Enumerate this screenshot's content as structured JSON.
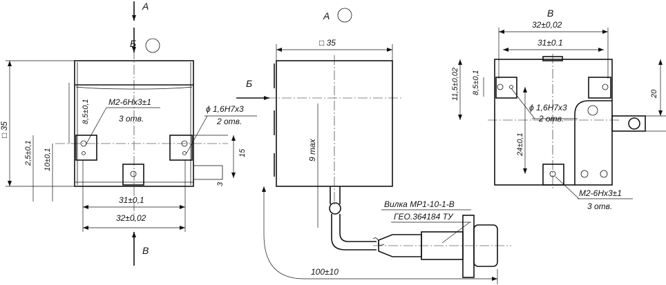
{
  "views": {
    "left": {
      "arrow_top": "А",
      "arrow_mid": "Б",
      "arrow_bottom": "В",
      "dim_body": "□ 35",
      "dim_v1": "8,5±0,1",
      "dim_v2": "2,5±0,1",
      "dim_v3": "10±0,1",
      "dim_v4": "15",
      "dim_v5": "3",
      "dim_h1": "31±0,1",
      "dim_h2": "32±0,02",
      "thread_line1": "М2-6Нх3±1",
      "thread_line2": "3 отв.",
      "hole_line1": "ϕ 1,6Н7х3",
      "hole_line2": "2 отв."
    },
    "middle": {
      "view_label": "А",
      "section_label": "Б",
      "dim_top": "□ 35",
      "dim_vert": "9 max",
      "connector_line1": "Вилка МР1-10-1-В",
      "connector_line2": "ГЕО.364184 ТУ",
      "dim_cable": "100±10"
    },
    "right": {
      "view_label": "В",
      "dim_h1": "32±0,02",
      "dim_h2": "31±0.1",
      "dim_v1": "11,5±0,02",
      "dim_v2": "8,5±0,1",
      "dim_v3": "24±0,1",
      "dim_v4": "20",
      "hole_line1": "ϕ 1,6Н7х3",
      "hole_line2": "2 отв.",
      "thread_line1": "М2-6Нх3±1",
      "thread_line2": "3 отв."
    }
  }
}
